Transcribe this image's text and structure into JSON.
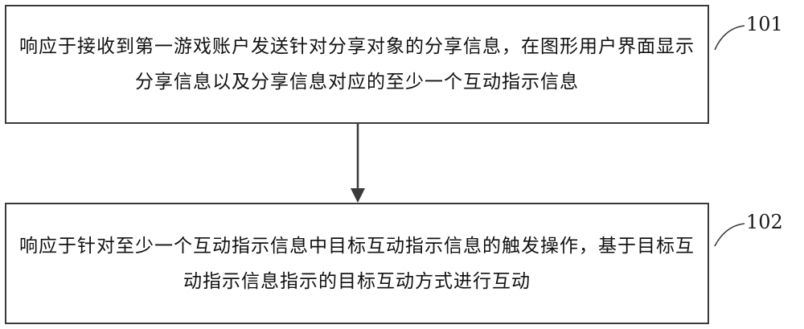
{
  "steps": [
    {
      "ref": "101",
      "text": "响应于接收到第一游戏账户发送针对分享对象的分享信息，在图形用户界面显示分享信息以及分享信息对应的至少一个互动指示信息"
    },
    {
      "ref": "102",
      "text": "响应于针对至少一个互动指示信息中目标互动指示信息的触发操作，基于目标互动指示信息指示的目标互动方式进行互动"
    }
  ],
  "colors": {
    "border": "#3a3a3a",
    "arrow": "#3a3a3a",
    "text": "#111111"
  }
}
